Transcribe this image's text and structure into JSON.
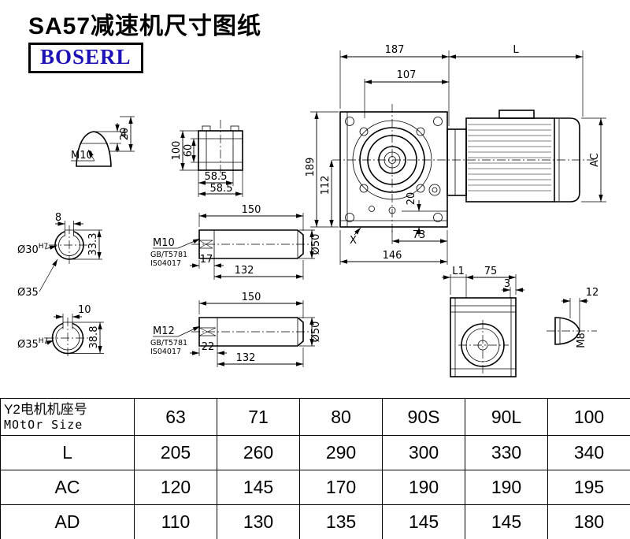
{
  "page": {
    "title": "SA57减速机尺寸图纸",
    "logo": "BOSERL"
  },
  "drawing": {
    "shaft_end_view": {
      "thread": "M10",
      "depth": "4",
      "height": "20"
    },
    "flange_view": {
      "height": "100",
      "inner": "60",
      "width_a": "58.5",
      "width_b": "58.5"
    },
    "main_view": {
      "width_gearbox": "187",
      "width_motor": "L",
      "width_inner": "107",
      "height_total": "189",
      "height_axis": "112",
      "foot": "20",
      "base_half": "73",
      "base_total": "146",
      "motor_dia": "AC",
      "marker": "X"
    },
    "bore_view_1": {
      "key_width": "8",
      "bore": "Ø30",
      "tolerance": "H7",
      "key_depth": "33.3",
      "outer": "Ø35"
    },
    "shaft_view_1": {
      "length": "150",
      "thread": "M10",
      "standard_1": "GB/T5781",
      "standard_2": "IS04017",
      "thread_len": "17",
      "body_len": "132",
      "dia": "Ø50"
    },
    "bore_view_2": {
      "key_width": "10",
      "bore": "Ø35",
      "tolerance": "H7",
      "key_depth": "38.8"
    },
    "shaft_view_2": {
      "length": "150",
      "thread": "M12",
      "standard_1": "GB/T5781",
      "standard_2": "IS04017",
      "thread_len": "22",
      "body_len": "132",
      "dia": "Ø50"
    },
    "side_view": {
      "l1": "L1",
      "d75": "75",
      "d3": "3",
      "d12": "12",
      "thread": "M8"
    }
  },
  "table": {
    "row_header_line1": "Y2电机机座号",
    "row_header_line2": "MOtOr Size",
    "motor_sizes": [
      "63",
      "71",
      "80",
      "90S",
      "90L",
      "100"
    ],
    "rows": [
      {
        "label": "L",
        "values": [
          "205",
          "260",
          "290",
          "300",
          "330",
          "340"
        ]
      },
      {
        "label": "AC",
        "values": [
          "120",
          "145",
          "170",
          "190",
          "190",
          "195"
        ]
      },
      {
        "label": "AD",
        "values": [
          "110",
          "130",
          "135",
          "145",
          "145",
          "180"
        ]
      }
    ]
  }
}
